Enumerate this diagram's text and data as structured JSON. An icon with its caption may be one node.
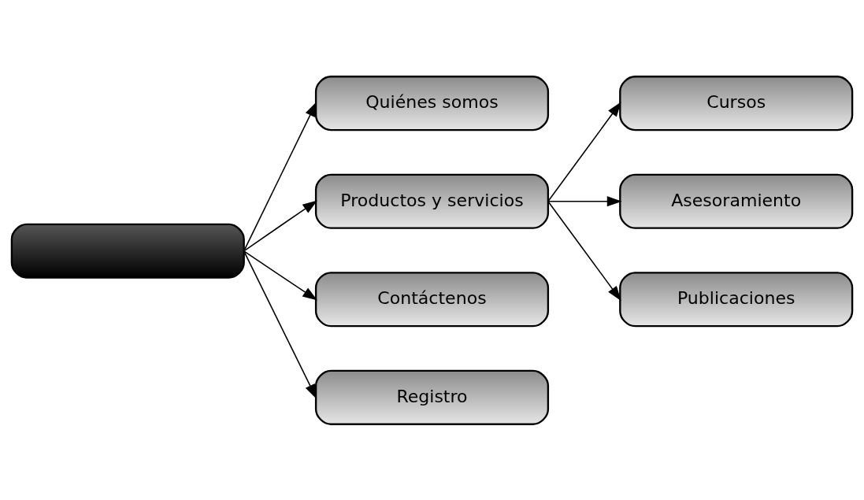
{
  "diagram": {
    "nodes": [
      {
        "text": [],
        "shape": "box"
      },
      {
        "text": [
          "Quiénes somos"
        ]
      },
      {
        "text": [
          "Productos y servicios"
        ]
      },
      {
        "text": [
          "Cursos"
        ]
      },
      {
        "text": [
          "Asesoramiento"
        ]
      },
      {
        "text": [
          "Publicaciones"
        ]
      },
      {
        "text": [
          "Contáctenos"
        ]
      },
      {
        "text": [
          "Registro"
        ]
      }
    ],
    "edges": [
      {
        "from": 0,
        "to": 1,
        "arrow": "to"
      },
      {
        "from": 0,
        "to": 2,
        "arrow": "to"
      },
      {
        "from": 0,
        "to": 6,
        "arrow": "to"
      },
      {
        "from": 0,
        "to": 7,
        "arrow": "to"
      },
      {
        "from": 2,
        "to": 3,
        "arrow": "to"
      },
      {
        "from": 2,
        "to": 4,
        "arrow": "to"
      },
      {
        "from": 2,
        "to": 5,
        "arrow": "to"
      }
    ]
  }
}
